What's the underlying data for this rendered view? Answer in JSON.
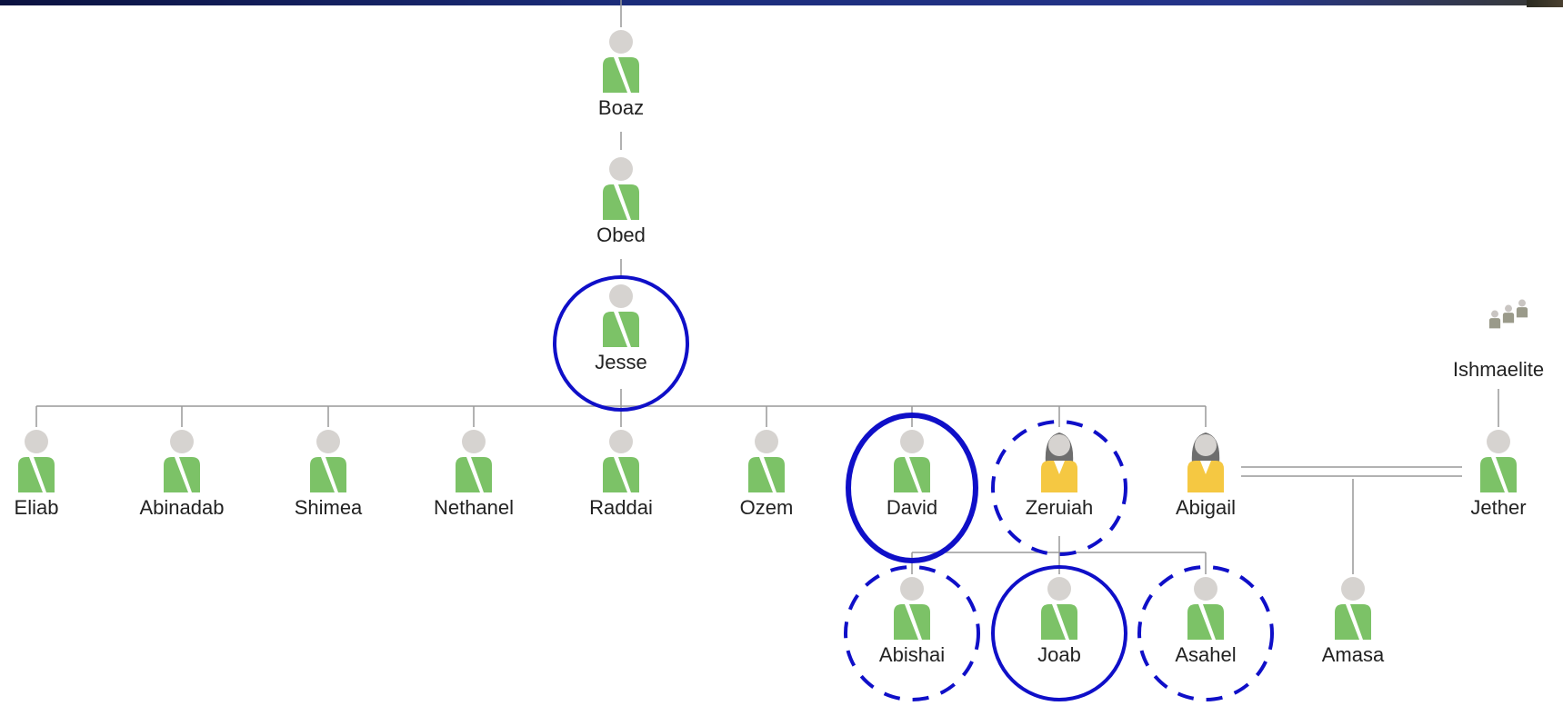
{
  "people": {
    "boaz": {
      "name": "Boaz",
      "gender": "male"
    },
    "obed": {
      "name": "Obed",
      "gender": "male"
    },
    "jesse": {
      "name": "Jesse",
      "gender": "male"
    },
    "eliab": {
      "name": "Eliab",
      "gender": "male"
    },
    "abinadab": {
      "name": "Abinadab",
      "gender": "male"
    },
    "shimea": {
      "name": "Shimea",
      "gender": "male"
    },
    "nethanel": {
      "name": "Nethanel",
      "gender": "male"
    },
    "raddai": {
      "name": "Raddai",
      "gender": "male"
    },
    "ozem": {
      "name": "Ozem",
      "gender": "male"
    },
    "david": {
      "name": "David",
      "gender": "male"
    },
    "zeruiah": {
      "name": "Zeruiah",
      "gender": "female"
    },
    "abigail": {
      "name": "Abigail",
      "gender": "female"
    },
    "jether": {
      "name": "Jether",
      "gender": "male"
    },
    "ishmaelite": {
      "name": "Ishmaelite",
      "gender": "group"
    },
    "abishai": {
      "name": "Abishai",
      "gender": "male"
    },
    "joab": {
      "name": "Joab",
      "gender": "male"
    },
    "asahel": {
      "name": "Asahel",
      "gender": "male"
    },
    "amasa": {
      "name": "Amasa",
      "gender": "male"
    }
  },
  "highlights": {
    "solid": [
      "jesse",
      "david",
      "joab"
    ],
    "dashed": [
      "zeruiah",
      "abishai",
      "asahel"
    ]
  },
  "colors": {
    "male_body": "#7cc267",
    "female_body": "#f5c842",
    "head": "#d6d3d0",
    "female_hair": "#6e6e6e",
    "connector": "#999999",
    "highlight": "#0f0fc8"
  }
}
